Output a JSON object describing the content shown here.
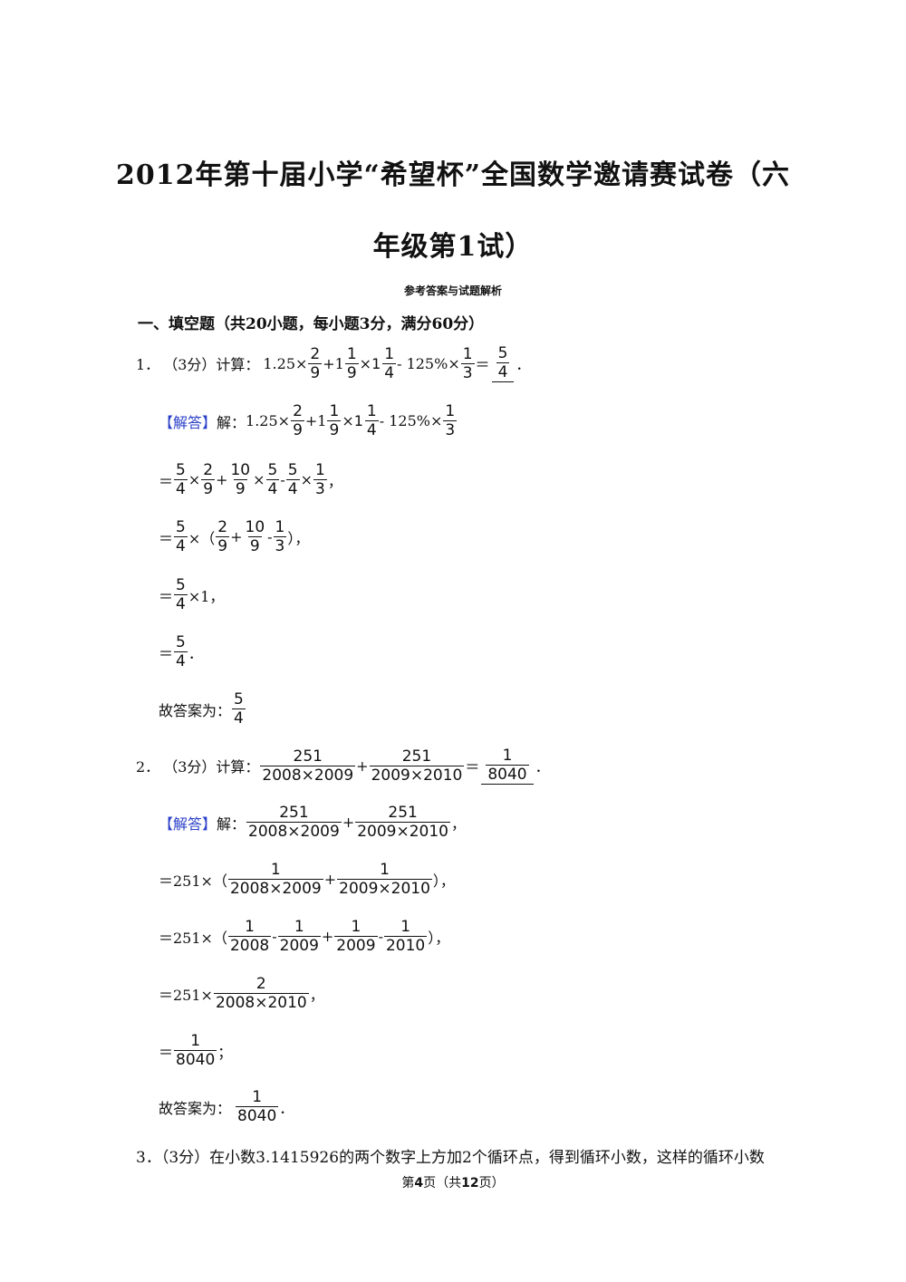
{
  "title_line1": "2012年第十届小学“希望杯”全国数学邀请赛试卷（六",
  "title_line2": "年级第1试）",
  "subtitle": "参考答案与试题解析",
  "section_heading": "一、填空题（共20小题，每小题3分，满分60分）",
  "jieda_label": "【解答】",
  "jie": "解：",
  "answer_prefix": "故答案为：",
  "q1": {
    "num": "1．",
    "score": "（3分）计算：",
    "expr_a": "1.25×",
    "f1n": "2",
    "f1d": "9",
    "plus1": "+1",
    "f2n": "1",
    "f2d": "9",
    "times": "×",
    "w3": "1",
    "f3n": "1",
    "f3d": "4",
    "minus": " - 125%×",
    "f4n": "1",
    "f4d": "3",
    "eq": "＝",
    "ansn": "5",
    "ansd": "4",
    "end": "．",
    "s1_eq": "＝",
    "s1_a": "5",
    "s1_ad": "4",
    "s1_x1": "×",
    "s1_b": "2",
    "s1_bd": "9",
    "s1_p": "+",
    "s1_c": "10",
    "s1_cd": "9",
    "s1_x2": "×",
    "s1_d": "5",
    "s1_dd": "4",
    "s1_m": " - ",
    "s1_e": "5",
    "s1_ed": "4",
    "s1_x3": "×",
    "s1_f": "1",
    "s1_fd": "3",
    "s1_end": "，",
    "s2_eq": "＝",
    "s2_a": "5",
    "s2_ad": "4",
    "s2_x": "×（",
    "s2_b": "2",
    "s2_bd": "9",
    "s2_p": "+",
    "s2_c": "10",
    "s2_cd": "9",
    "s2_m": " - ",
    "s2_e": "1",
    "s2_ed": "3",
    "s2_end": "），",
    "s3_eq": "＝",
    "s3_a": "5",
    "s3_ad": "4",
    "s3_end": "×1，",
    "s4_eq": "＝",
    "s4_a": "5",
    "s4_ad": "4",
    "s4_end": "．",
    "fin_n": "5",
    "fin_d": "4"
  },
  "q2": {
    "num": "2．",
    "score": "（3分）计算：",
    "an": "251",
    "ad": "2008×2009",
    "plus": "+",
    "bn": "251",
    "bd": "2009×2010",
    "eq": "＝",
    "ansn": "1",
    "ansd": "8040",
    "end": "．",
    "s0_end": "，",
    "s1_pre": "＝251×（",
    "s1_an": "1",
    "s1_ad": "2008×2009",
    "s1_p": "+",
    "s1_bn": "1",
    "s1_bd": "2009×2010",
    "s1_end": "），",
    "s2_pre": "＝251×（",
    "s2_a": "1",
    "s2_ad": "2008",
    "s2_m1": " - ",
    "s2_b": "1",
    "s2_bd": "2009",
    "s2_p": "+",
    "s2_c": "1",
    "s2_cd": "2009",
    "s2_m2": " - ",
    "s2_d": "1",
    "s2_dd": "2010",
    "s2_end": "），",
    "s3_pre": "＝251×",
    "s3_n": "2",
    "s3_d": "2008×2010",
    "s3_end": "，",
    "s4_eq": "＝",
    "s4_n": "1",
    "s4_d": "8040",
    "s4_end": "；",
    "fin_n": "1",
    "fin_d": "8040",
    "fin_end": "．"
  },
  "q3": {
    "text": "3．（3分）在小数3.1415926的两个数字上方加2个循环点，得到循环小数，这样的循环小数"
  },
  "footer": {
    "pre": "第",
    "page": "4",
    "mid": "页（共",
    "total": "12",
    "post": "页）"
  }
}
